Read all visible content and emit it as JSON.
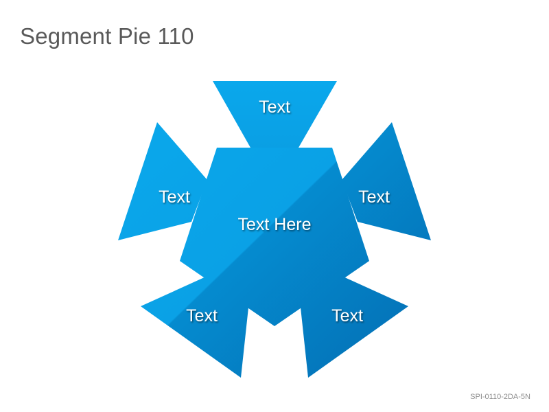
{
  "title": "Segment Pie 110",
  "diagram": {
    "center_label": "Text Here",
    "segments": [
      {
        "label": "Text"
      },
      {
        "label": "Text"
      },
      {
        "label": "Text"
      },
      {
        "label": "Text"
      },
      {
        "label": "Text"
      }
    ],
    "colors": {
      "light": "#0aa3e8",
      "dark": "#0479bd"
    }
  },
  "footer": {
    "code": "SPI-0110-2DA-5N"
  }
}
